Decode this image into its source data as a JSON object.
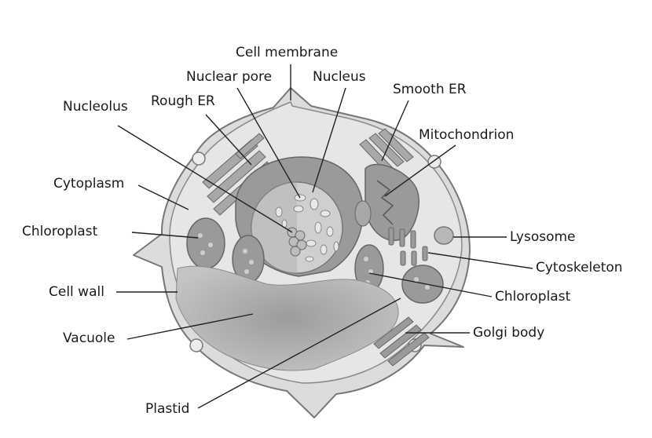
{
  "labels": {
    "cell_membrane": "Cell membrane",
    "nuclear_pore": "Nuclear pore",
    "nucleus": "Nucleus",
    "smooth_er": "Smooth ER",
    "nucleolus": "Nucleolus",
    "rough_er": "Rough ER",
    "mitochondrion": "Mitochondrion",
    "cytoplasm": "Cytoplasm",
    "chloroplast_left": "Chloroplast",
    "lysosome": "Lysosome",
    "cytoskeleton": "Cytoskeleton",
    "cell_wall": "Cell wall",
    "chloroplast_right": "Chloroplast",
    "vacuole": "Vacuole",
    "golgi_body": "Golgi body",
    "plastid": "Plastid"
  }
}
